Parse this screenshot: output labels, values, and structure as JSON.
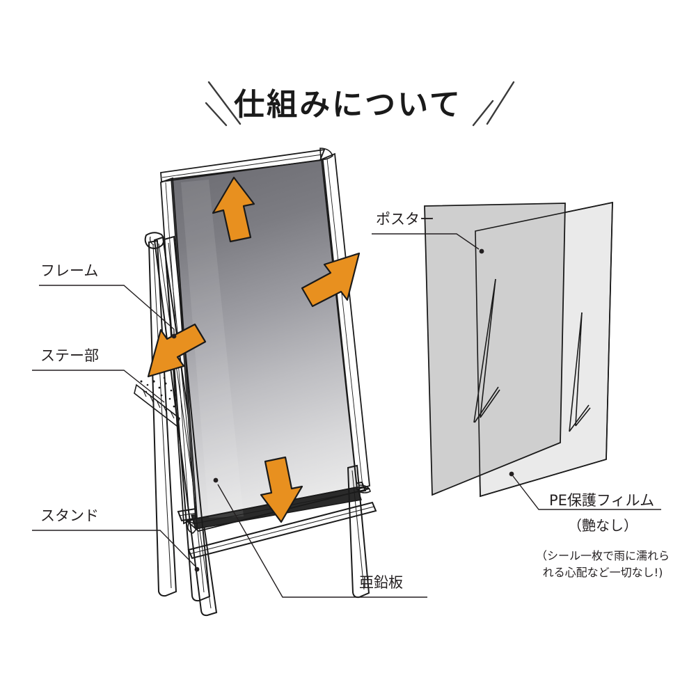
{
  "page": {
    "title": "仕組みについて",
    "background_color": "#ffffff",
    "ink_color": "#1a1a1a",
    "accent_color": "#e8901f",
    "accent_outline_color": "#1a1a1a",
    "panel_gradient_top": "#74747a",
    "panel_gradient_bottom": "#e6e6e6",
    "film_fill_color": "#d0d0d0"
  },
  "heading": {
    "text": "仕組みについて",
    "left_slash_icon": "double-slash-left-icon",
    "right_slash_icon": "double-slash-right-icon"
  },
  "left_diagram": {
    "name": "a-frame-sign-stand-diagram",
    "labels": [
      {
        "id": "frame",
        "text": "フレーム"
      },
      {
        "id": "stay",
        "text": "ステー部"
      },
      {
        "id": "stand",
        "text": "スタンド"
      },
      {
        "id": "zinc-plate",
        "text": "亜鉛板"
      }
    ],
    "arrows": [
      {
        "id": "arrow-top",
        "direction": "up",
        "icon": "arrow-up-icon"
      },
      {
        "id": "arrow-right",
        "direction": "up-right",
        "icon": "arrow-up-right-icon"
      },
      {
        "id": "arrow-left",
        "direction": "down-left",
        "icon": "arrow-down-left-icon"
      },
      {
        "id": "arrow-bottom",
        "direction": "down",
        "icon": "arrow-down-icon"
      }
    ]
  },
  "right_diagram": {
    "name": "poster-and-film-layers-diagram",
    "labels": [
      {
        "id": "poster",
        "text": "ポスター"
      },
      {
        "id": "pe-film",
        "text": "PE保護フィルム"
      },
      {
        "id": "pe-film-sub",
        "text": "（艶なし）"
      }
    ],
    "note_lines": [
      "（シール一枚で雨に濡れら",
      "れる心配など一切なし!)"
    ]
  }
}
